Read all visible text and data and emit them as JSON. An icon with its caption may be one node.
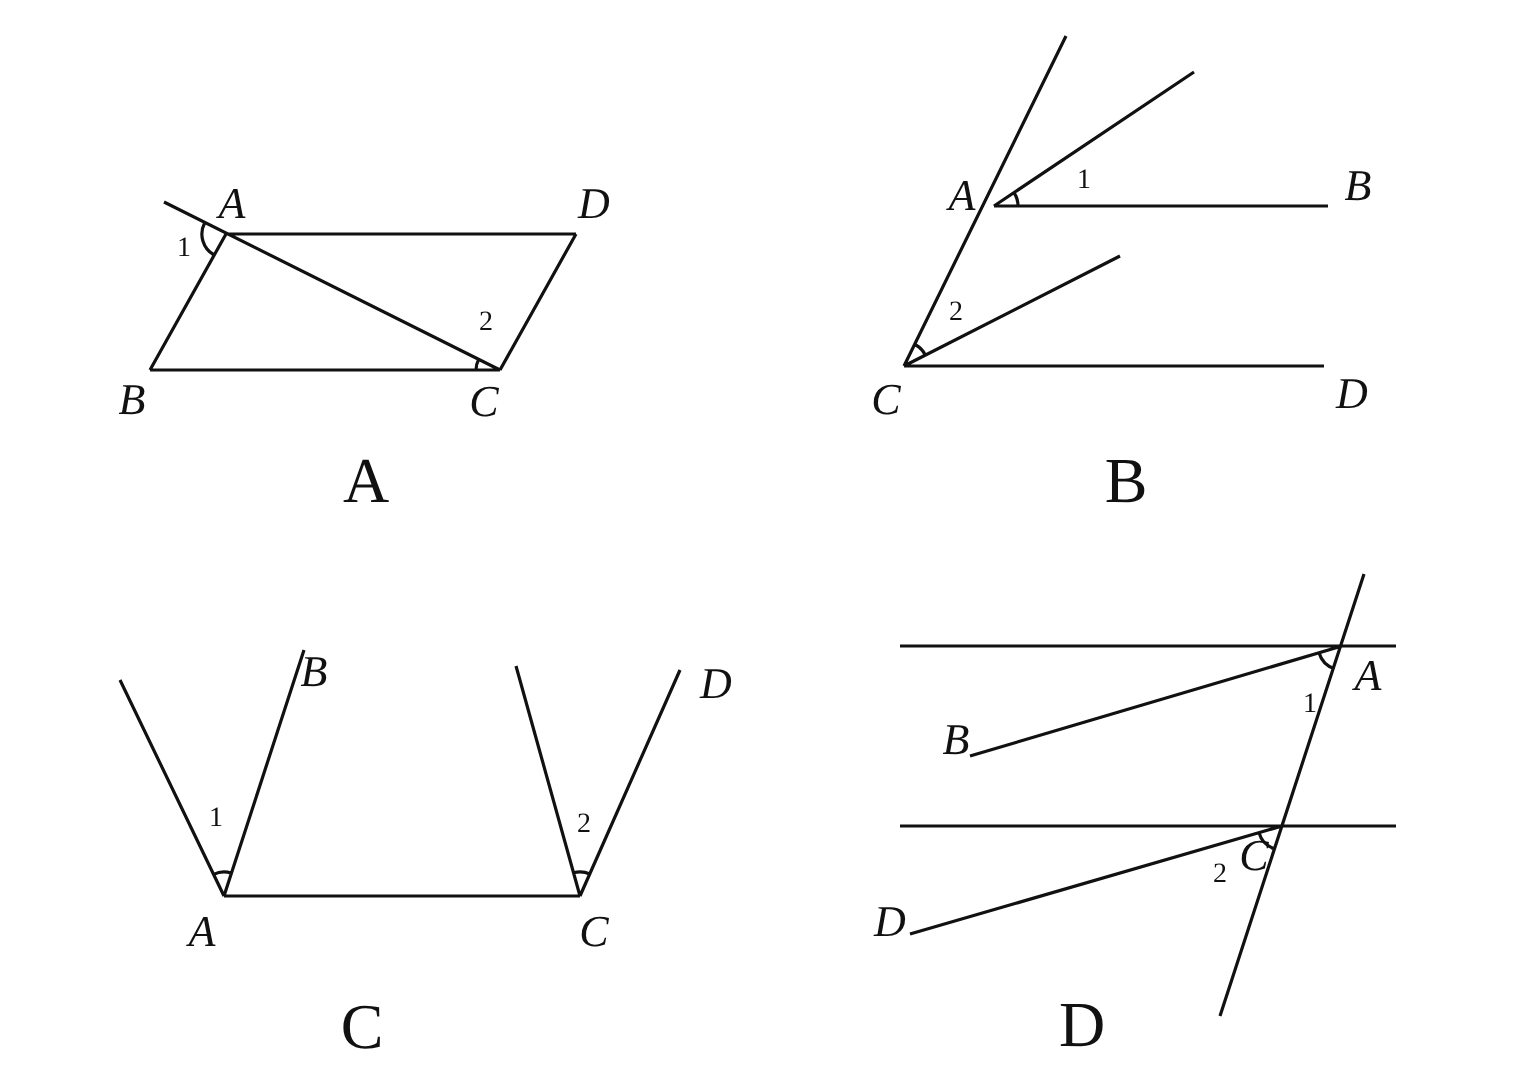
{
  "diagram": {
    "labels": [
      "A",
      "D",
      "1",
      "2",
      "B",
      "C",
      "A",
      "A",
      "1",
      "B",
      "2",
      "C",
      "D",
      "B",
      "B",
      "D",
      "1",
      "2",
      "A",
      "C",
      "C",
      "A",
      "1",
      "B",
      "C",
      "2",
      "D",
      "D"
    ]
  }
}
